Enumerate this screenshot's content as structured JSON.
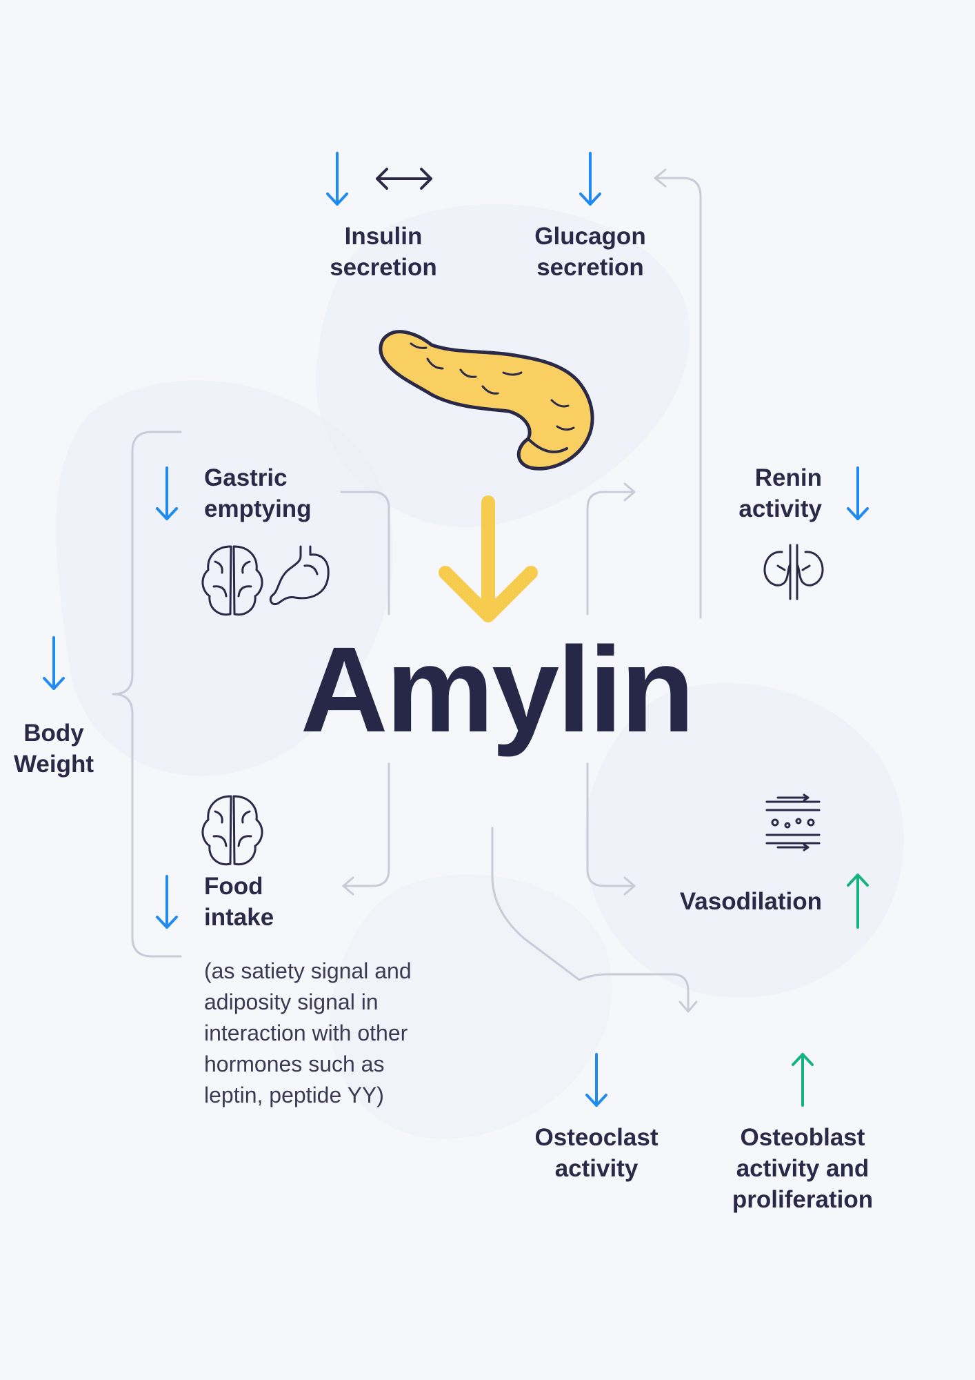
{
  "title": "Amylin",
  "labels": {
    "insulin": "Insulin\nsecretion",
    "glucagon": "Glucagon\nsecretion",
    "gastric": "Gastric\nemptying",
    "renin": "Renin\nactivity",
    "body_weight": "Body\nWeight",
    "food_intake": "Food\nintake",
    "food_note": "(as satiety signal and\nadiposity signal in\ninteraction with other\nhormones such as\nleptin, peptide YY)",
    "vasodilation": "Vasodilation",
    "osteoclast": "Osteoclast\nactivity",
    "osteoblast": "Osteoblast\nactivity and\nproliferation"
  },
  "effects": {
    "insulin": [
      "decrease",
      "no-change"
    ],
    "glucagon": "decrease",
    "gastric": "decrease",
    "renin": "decrease",
    "body_weight": "decrease",
    "food_intake": "decrease",
    "vasodilation": "increase",
    "osteoclast": "decrease",
    "osteoblast": "increase"
  },
  "icons": [
    "pancreas-icon",
    "brain-icon",
    "stomach-icon",
    "kidney-icon",
    "blood-vessel-icon"
  ],
  "colors": {
    "decrease_arrow": "#1f8bf0",
    "increase_arrow": "#16b37e",
    "main_arrow": "#f7cb4d",
    "text": "#2a2a48",
    "connector": "#c9ccd8",
    "pancreas": "#f9cf61"
  }
}
